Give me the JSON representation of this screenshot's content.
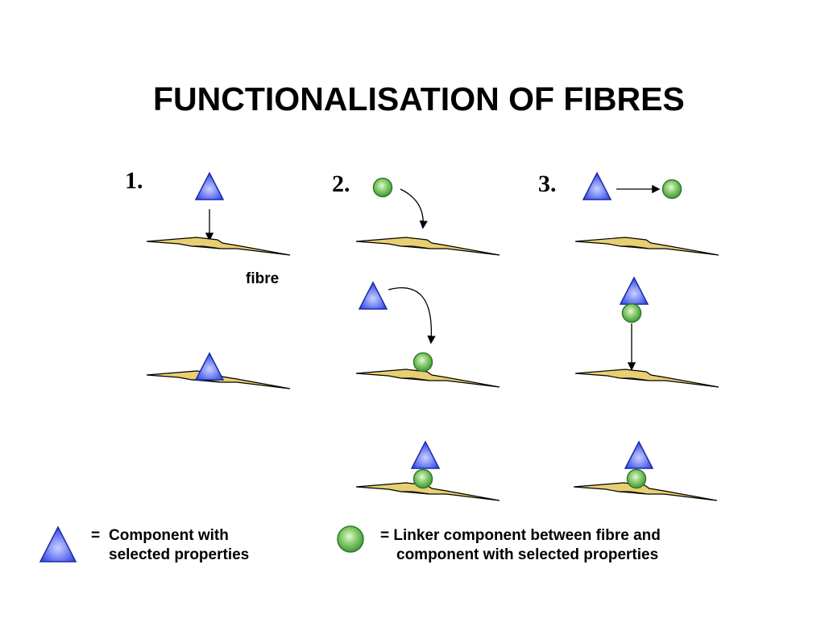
{
  "title": "FUNCTIONALISATION OF FIBRES",
  "steps": [
    "1.",
    "2.",
    "3."
  ],
  "fibre_label": "fibre",
  "legend": {
    "triangle_eq": "=",
    "triangle_line1": "Component with",
    "triangle_line2": "selected properties",
    "circle_line1": "= Linker component between fibre and",
    "circle_line2": "component with selected properties"
  },
  "colors": {
    "triangle_fill": "#5a6cf0",
    "triangle_stroke": "#1b2aa8",
    "circle_fill": "#6fbf5a",
    "circle_stroke": "#2f7a2a",
    "fibre_fill": "#e8cf72",
    "fibre_stroke": "#000000"
  }
}
